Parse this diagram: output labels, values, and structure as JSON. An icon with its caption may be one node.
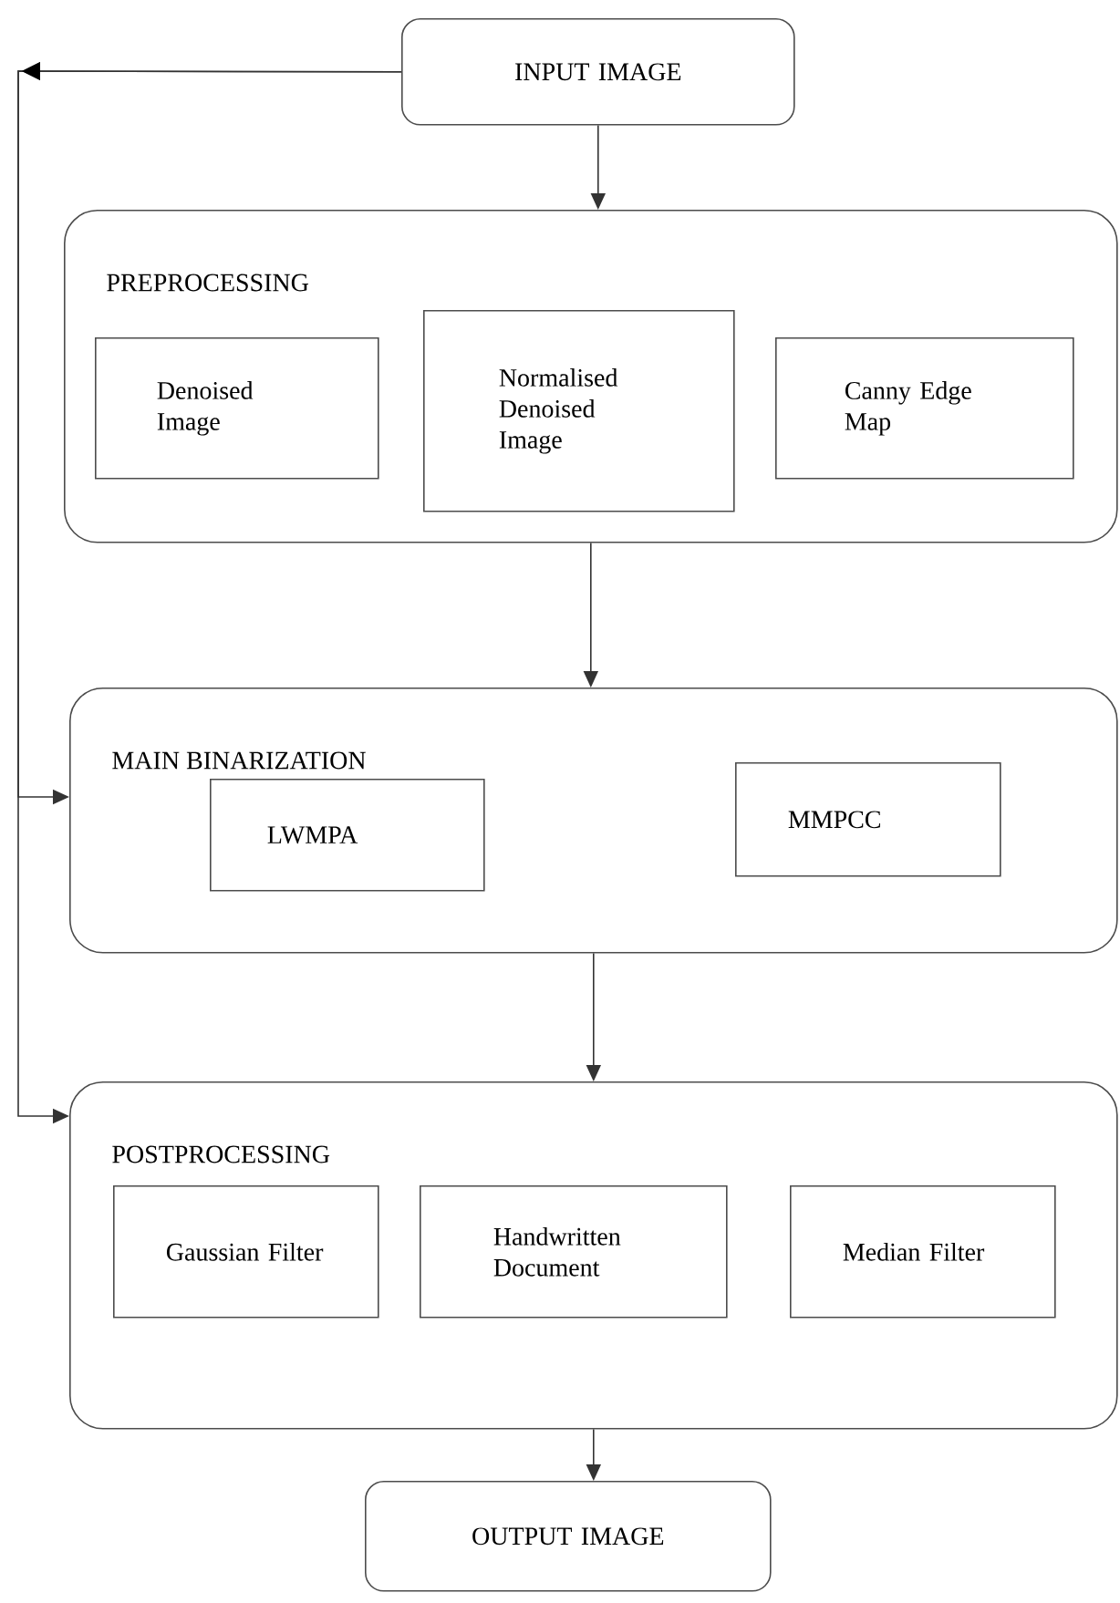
{
  "diagram": {
    "nodes": [
      {
        "text": [
          "INPUT IMAGE"
        ]
      },
      {
        "text": [
          "PREPROCESSING"
        ]
      },
      {
        "text": [
          "Denoised Image"
        ],
        "in": 1
      },
      {
        "text": [
          "Normalised Denoised Image"
        ],
        "in": 1
      },
      {
        "text": [
          "Canny Edge Map"
        ],
        "in": 1
      },
      {
        "text": [
          "MAIN BINARIZATION"
        ]
      },
      {
        "text": [
          "LWMPA"
        ],
        "in": 5
      },
      {
        "text": [
          "MMPCC"
        ],
        "in": 5
      },
      {
        "text": [
          "POSTPROCESSING"
        ]
      },
      {
        "text": [
          "Gaussian Filter"
        ],
        "in": 8
      },
      {
        "text": [
          "Handwritten Document"
        ],
        "in": 8
      },
      {
        "text": [
          "Median Filter"
        ],
        "in": 8
      },
      {
        "text": [
          "OUTPUT IMAGE"
        ]
      }
    ],
    "edges": [
      {
        "from": 0,
        "to": 1,
        "arrow": "to"
      },
      {
        "from": 1,
        "to": 5,
        "arrow": "to"
      },
      {
        "from": 5,
        "to": 8,
        "arrow": "to"
      },
      {
        "from": 8,
        "to": 12,
        "arrow": "to"
      },
      {
        "from": 0,
        "to": 5,
        "arrow": "to"
      },
      {
        "from": 0,
        "to": 8,
        "arrow": "to"
      }
    ]
  }
}
